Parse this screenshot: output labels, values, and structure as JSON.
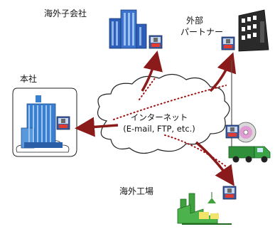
{
  "labels": {
    "overseas_subsidiary": "海外子会社",
    "partner_line1": "外部",
    "partner_line2": "パートナー",
    "head_office": "本社",
    "overseas_factory": "海外工場"
  },
  "cloud": {
    "line1": "インターネット",
    "line2": "(E-mail, FTP, etc.)"
  },
  "colors": {
    "arrow": "#8b1a1a",
    "dotted_route": "#a01010",
    "head_building": "#3a7fd0",
    "subsidiary_building": "#2d5fb8",
    "factory": "#3fa23f",
    "truck": "#2f8f3a",
    "partner_building": "#2a2a2a",
    "cloud_stroke": "#222222"
  },
  "icons": {
    "package": "zip-package-icon",
    "head_office": "office-building-icon",
    "subsidiary": "skyscraper-icon",
    "partner": "dark-building-icon",
    "factory": "factory-icon",
    "truck": "truck-icon",
    "cd": "cd-disc-icon"
  }
}
